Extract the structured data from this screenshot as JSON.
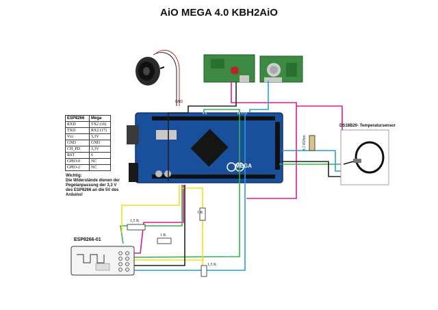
{
  "title": "AiO MEGA 4.0 KBH2AiO",
  "pin_table": {
    "headers": [
      "ESP8266",
      "Mega"
    ],
    "rows": [
      [
        "RXD",
        "TX2 (16)"
      ],
      [
        "TXD",
        "RX2 (17)"
      ],
      [
        "Vcc",
        "3,3V"
      ],
      [
        "GND",
        "GND"
      ],
      [
        "CH_PD",
        "3,3V"
      ],
      [
        "RST",
        "6"
      ],
      [
        "GPIO-0",
        "NC"
      ],
      [
        "GPIO-2",
        "NC"
      ]
    ]
  },
  "note": {
    "heading": "Wichtig:",
    "text": "Die Widerstände dienen der Pegelanpassung der 3,3 V des ESP8266 an die 5V des Arduino!"
  },
  "labels": {
    "esp_module": "ESP8266-01",
    "sensor": "DS18B20- Temperatursensor",
    "r_pullup": "4,7 KOhm",
    "r1": "1,5 K",
    "r2": "1 K",
    "r3": "1 K",
    "r4": "1,5 K",
    "gnd": "GND",
    "pin_6_5": "6  5",
    "pin_16_17": "16 17  3",
    "board_text": "MEGA"
  },
  "colors": {
    "board": "#1a4f9c",
    "pcb_green": "#2f8a3b",
    "wire_magenta": "#e0198a",
    "wire_green": "#32b44a",
    "wire_yellow": "#f2e21a",
    "wire_blue": "#2a9ad6",
    "wire_black": "#222222"
  }
}
